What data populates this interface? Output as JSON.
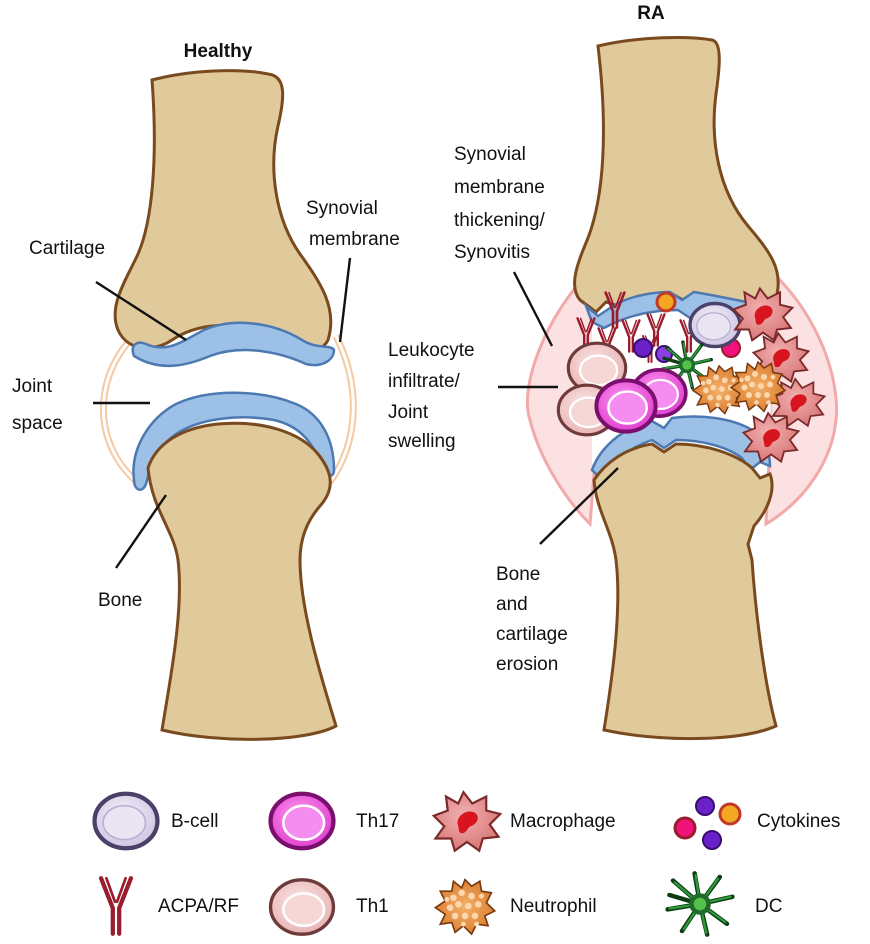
{
  "panels": {
    "healthy": {
      "title": "Healthy"
    },
    "ra": {
      "title": "RA"
    }
  },
  "healthy_labels": {
    "cartilage": "Cartilage",
    "synovial_line1": "Synovial",
    "synovial_line2": "membrane",
    "joint_line1": "Joint",
    "joint_line2": "space",
    "bone": "Bone"
  },
  "ra_labels": {
    "thick_line1": "Synovial",
    "thick_line2": "membrane",
    "thick_line3": "thickening/",
    "thick_line4": "Synovitis",
    "leuk_line1": "Leukocyte",
    "leuk_line2": "infiltrate/",
    "leuk_line3": "Joint",
    "leuk_line4": "swelling",
    "ero_line1": "Bone",
    "ero_line2": "and",
    "ero_line3": "cartilage",
    "ero_line4": "erosion"
  },
  "legend": {
    "b_cell": "B-cell",
    "th17": "Th17",
    "macrophage": "Macrophage",
    "cytokines": "Cytokines",
    "acpa_rf": "ACPA/RF",
    "th1": "Th1",
    "neutrophil": "Neutrophil",
    "dc": "DC"
  },
  "colors": {
    "bone": "#e0c99b",
    "bone_outline": "#7a4a1f",
    "cartilage": "#9dc0e6",
    "synovium": "#f4c9c9",
    "b_cell": "#d9d3ea",
    "th17": "#c21fb5",
    "th1": "#e8b4b4",
    "macrophage": "#d97878",
    "neutrophil": "#e08a3a",
    "dc": "#1f6b2a",
    "antibody": "#9b1c2c"
  }
}
